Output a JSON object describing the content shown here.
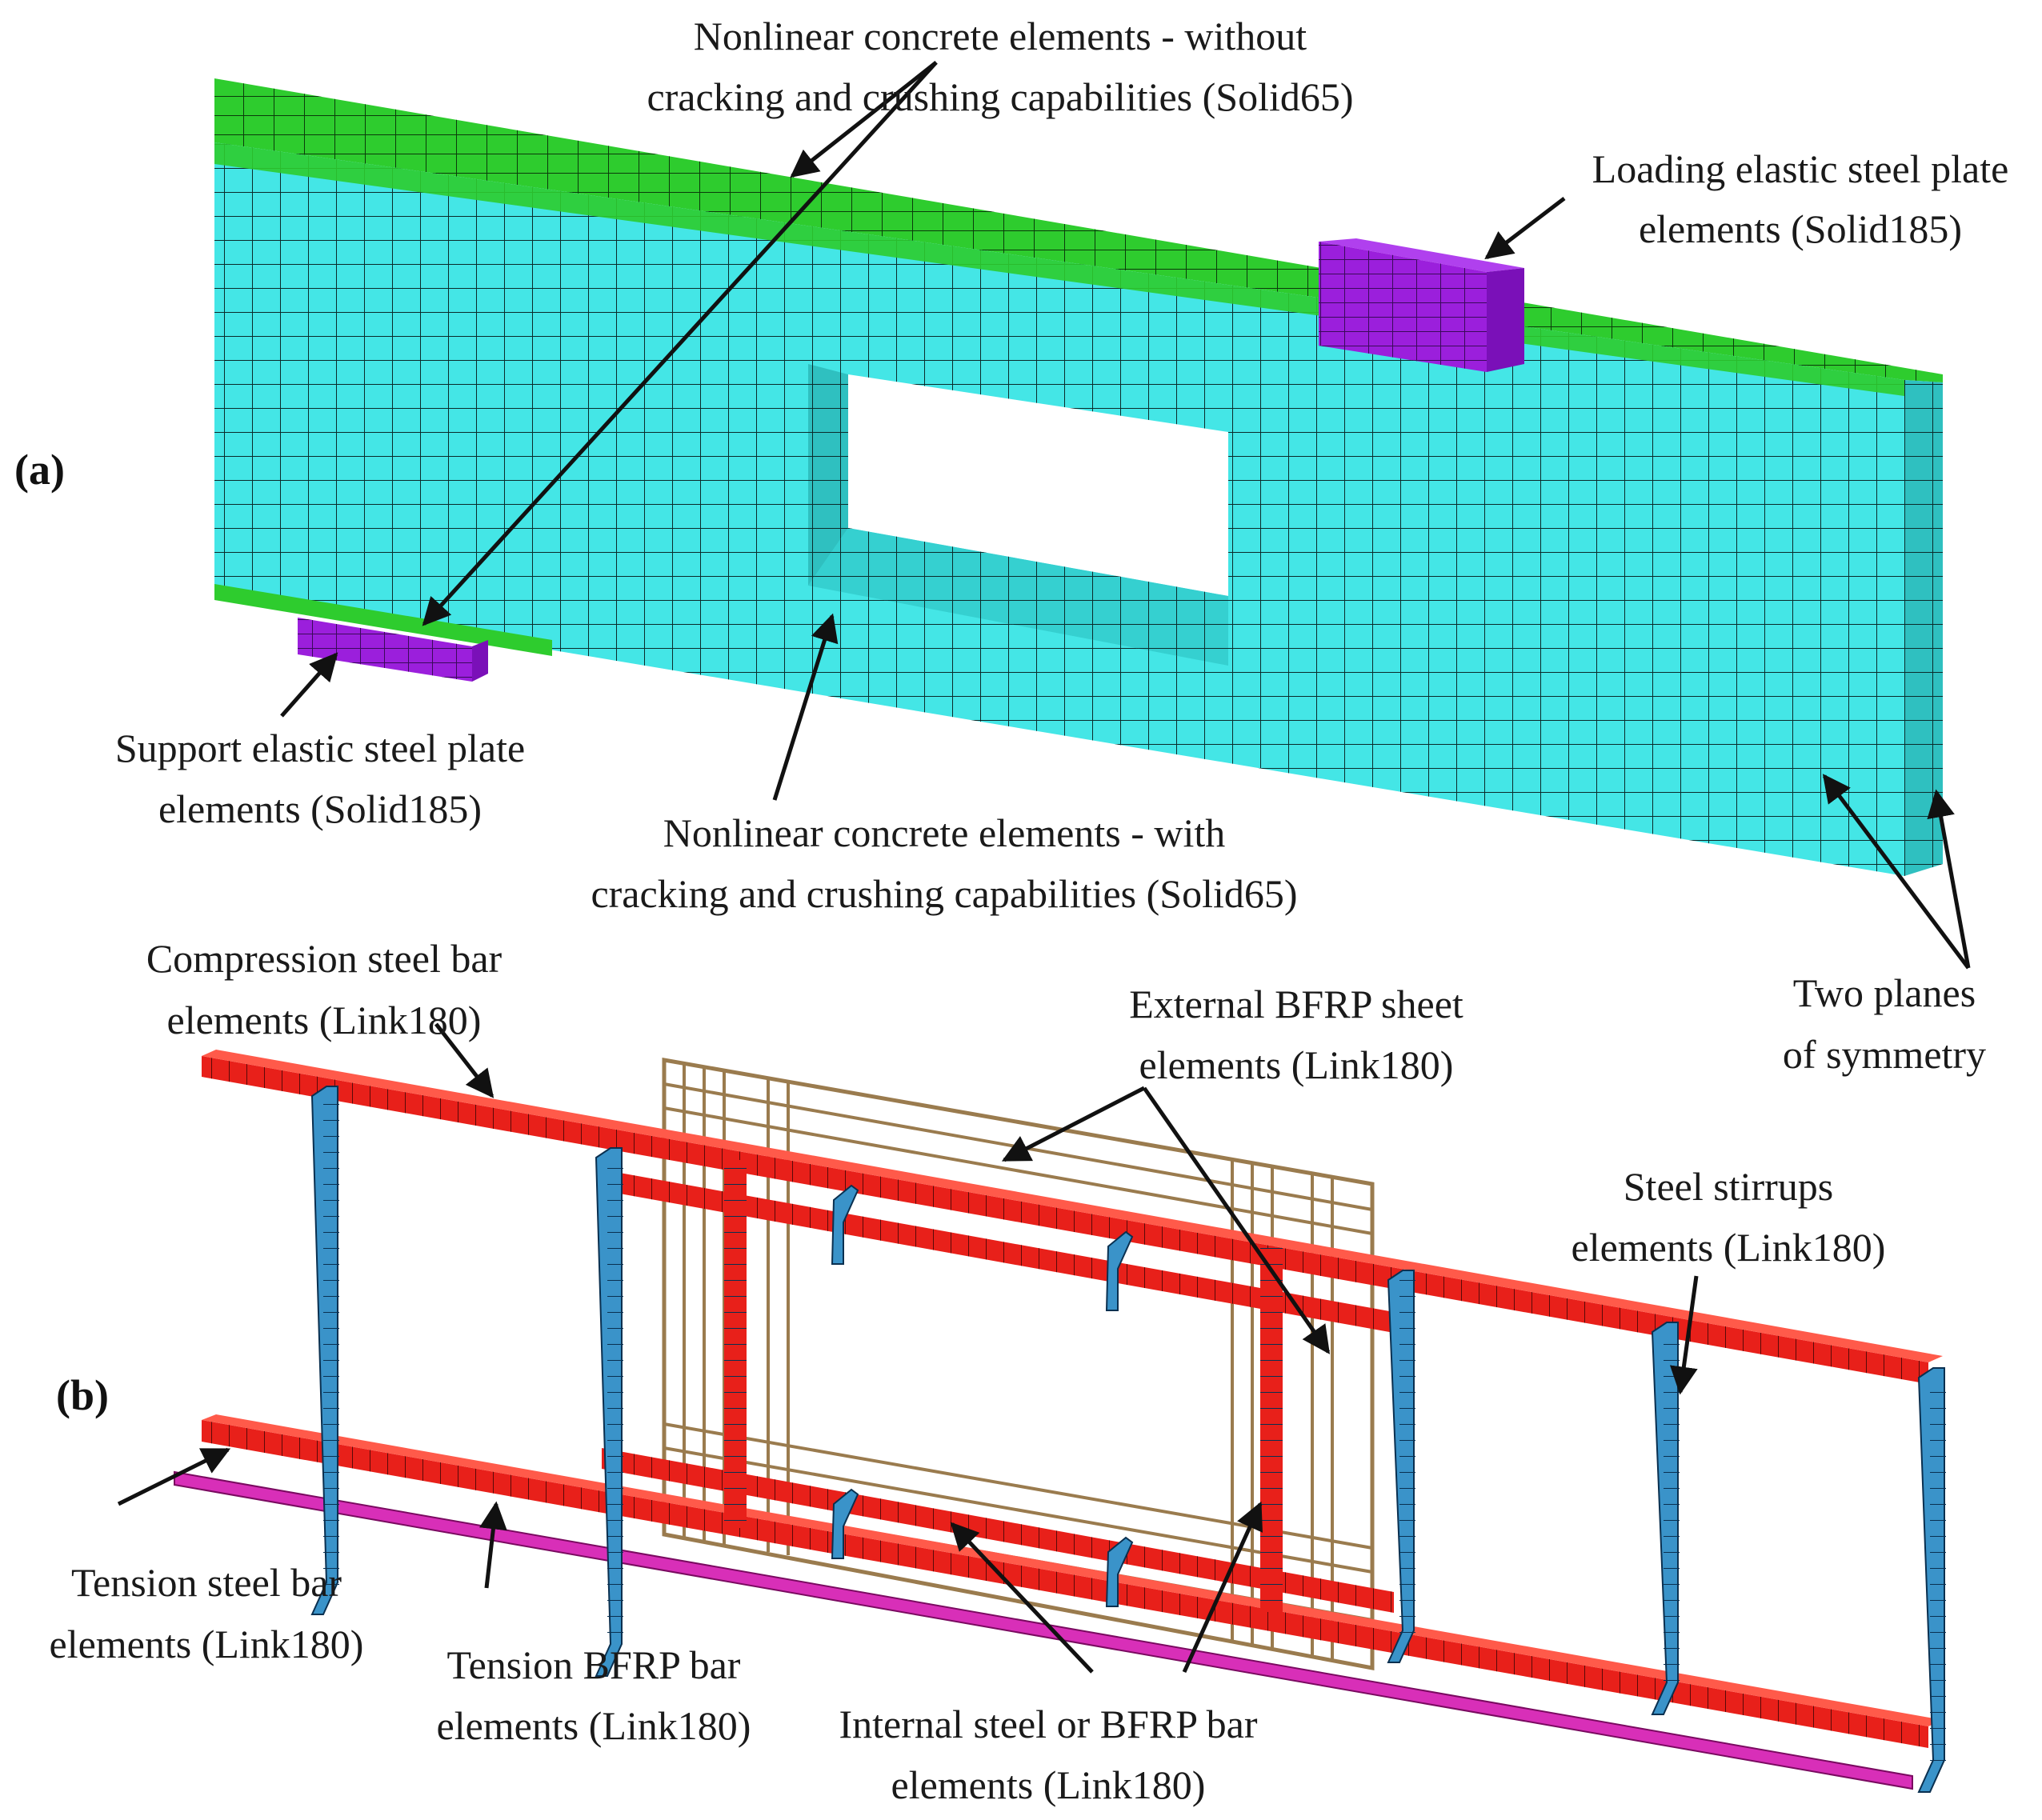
{
  "panels": {
    "a": "(a)",
    "b": "(b)"
  },
  "labels": {
    "nonlinear_without": [
      "Nonlinear concrete elements - without",
      "cracking and crushing capabilities (Solid65)"
    ],
    "loading_plate": [
      "Loading elastic steel plate",
      "elements (Solid185)"
    ],
    "support_plate": [
      "Support elastic steel plate",
      "elements (Solid185)"
    ],
    "nonlinear_with": [
      "Nonlinear concrete elements - with",
      "cracking and crushing capabilities (Solid65)"
    ],
    "compression_bar": [
      "Compression steel bar",
      "elements (Link180)"
    ],
    "external_bfrp": [
      "External BFRP sheet",
      "elements (Link180)"
    ],
    "symmetry": [
      "Two planes",
      "of symmetry"
    ],
    "stirrups": [
      "Steel stirrups",
      "elements (Link180)"
    ],
    "tension_steel": [
      "Tension steel bar",
      "elements (Link180)"
    ],
    "tension_bfrp": [
      "Tension BFRP bar",
      "elements (Link180)"
    ],
    "internal_bar": [
      "Internal steel or BFRP bar",
      "elements (Link180)"
    ]
  },
  "colors": {
    "concrete_cracking": "#44e6e6",
    "concrete_no_cracking": "#2ecc2e",
    "steel_plate": "#9b1fdc",
    "steel_bar": "#e8201a",
    "stirrup": "#3a93c9",
    "bfrp_bar": "#d82fb8",
    "bfrp_sheet": "#9a7b4e",
    "mesh_line": "#0b2b2b"
  }
}
